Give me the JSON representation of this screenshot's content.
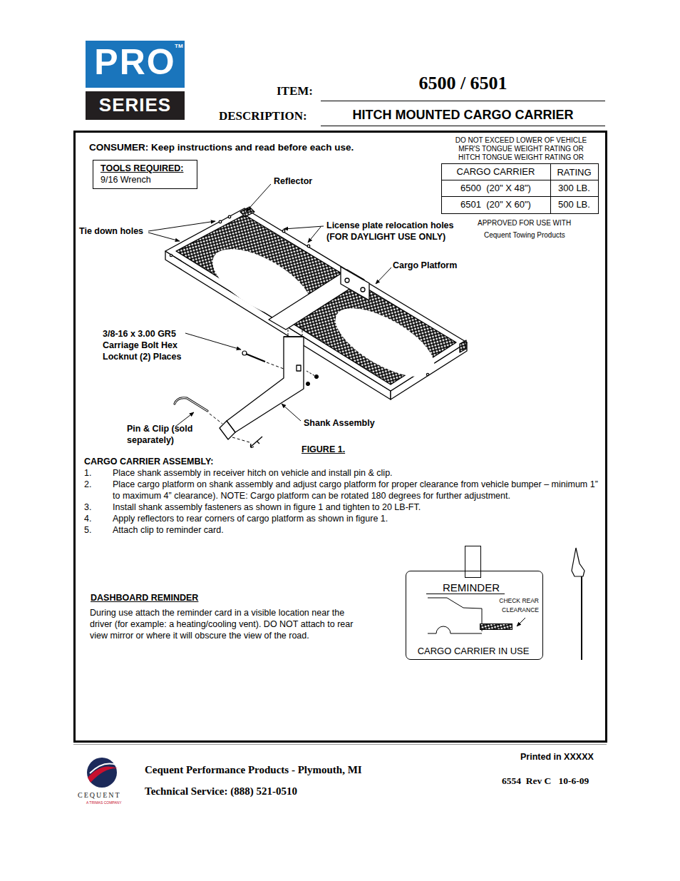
{
  "diagram": {
    "title": "HITCH MOUNTED CARGO CARRIER",
    "nodes": [
      {
        "text": [
          "TOOLS REQUIRED:",
          "9/16 Wrench"
        ]
      },
      {
        "text": [
          "REMINDER",
          "CHECK REAR CLEARANCE",
          "CARGO CARRIER IN USE"
        ]
      }
    ],
    "labels": [
      "PRO",
      "TM",
      "SERIES",
      "ITEM:",
      "6500 / 6501",
      "DESCRIPTION:",
      "CONSUMER: Keep instructions and read before each use.",
      "DO NOT EXCEED LOWER OF VEHICLE MFR'S TONGUE WEIGHT RATING OR HITCH TONGUE WEIGHT RATING OR",
      "CARGO CARRIER",
      "RATING",
      "6500  (20\" X 48\")",
      "300 LB.",
      "6501  (20\" X 60\")",
      "500 LB.",
      "APPROVED FOR USE WITH",
      "Cequent Towing Products",
      "Reflector",
      "Tie down holes",
      "License plate relocation holes (FOR DAYLIGHT USE ONLY)",
      "Cargo Platform",
      "3/8-16 x 3.00 GR5 Carriage Bolt Hex Locknut (2) Places",
      "Shank Assembly",
      "Pin & Clip (sold separately)",
      "FIGURE 1.",
      "CARGO CARRIER ASSEMBLY:",
      "1.",
      "Place shank assembly in receiver hitch on vehicle and install pin & clip.",
      "2.",
      "Place cargo platform on shank assembly and adjust cargo platform for proper clearance from vehicle bumper – minimum 1” to maximum 4” clearance). NOTE: Cargo platform can be rotated 180 degrees for further adjustment.",
      "3.",
      "Install shank assembly fasteners as shown in figure 1 and tighten to 20 LB-FT.",
      "4.",
      "Apply reflectors to rear corners of cargo platform as shown in figure 1.",
      "5.",
      "Attach clip to reminder card.",
      "DASHBOARD REMINDER",
      "During use attach the reminder card in a visible location near the driver (for example: a heating/cooling vent). DO NOT attach to rear view mirror or where it will obscure the view of the road.",
      "CEQUENT",
      "A TRIMAS COMPANY",
      "Cequent Performance Products - Plymouth, MI",
      "Technical Service: (888) 521-0510",
      "Printed in XXXXX",
      "6554  Rev C   10-6-09"
    ]
  }
}
